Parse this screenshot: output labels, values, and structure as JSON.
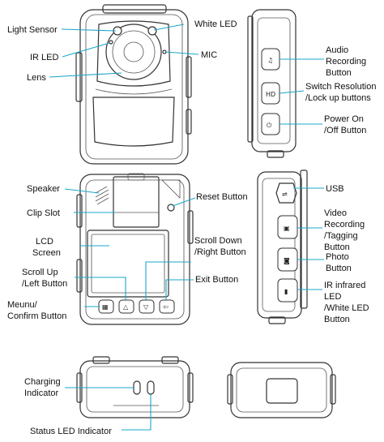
{
  "front": {
    "light_sensor": "Light Sensor",
    "white_led": "White LED",
    "ir_led": "IR LED",
    "mic": "MIC",
    "lens": "Lens"
  },
  "side_right": {
    "audio_recording": [
      "Audio",
      "Recording",
      "Button"
    ],
    "switch_resolution": [
      "Switch Resolution",
      "/Lock up buttons"
    ],
    "power": [
      "Power On",
      "/Off Button"
    ]
  },
  "back": {
    "speaker": "Speaker",
    "clip_slot": "Clip Slot",
    "lcd": [
      "LCD",
      "Screen"
    ],
    "scroll_up": [
      "Scroll Up",
      "/Left Button"
    ],
    "menu_confirm": [
      "Meunu/",
      "Confirm Button"
    ],
    "reset": "Reset Button",
    "scroll_down": [
      "Scroll Down",
      "/Right Button"
    ],
    "exit": "Exit Button"
  },
  "side_left": {
    "usb": "USB",
    "video_recording": [
      "Video",
      "Recording",
      "/Tagging",
      "Button"
    ],
    "photo": [
      "Photo",
      "Button"
    ],
    "ir_infrared": [
      "IR infrared",
      "LED",
      "/White LED",
      "Button"
    ]
  },
  "bottom": {
    "charging": [
      "Charging",
      "Indicator"
    ],
    "status_led": "Status LED Indicator"
  },
  "colors": {
    "leader_line": "#1aa7c9",
    "device_outline": "#333333"
  }
}
